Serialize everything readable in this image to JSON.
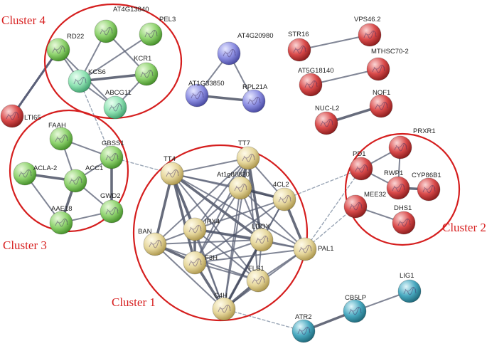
{
  "colors": {
    "cluster_ring": "#d51e1e",
    "edge": "#3c4257",
    "edge_dashed": "#9aa6b6",
    "edge_dotted": "#5a5f78",
    "green": "#8fd36f",
    "mint": "#8fe2b3",
    "blue": "#8c8ee2",
    "red": "#d94a4a",
    "tan": "#e6d79c",
    "teal": "#49a9c0"
  },
  "clusters": [
    {
      "id": "c1",
      "label": "Cluster 1"
    },
    {
      "id": "c2",
      "label": "Cluster 2"
    },
    {
      "id": "c3",
      "label": "Cluster 3"
    },
    {
      "id": "c4",
      "label": "Cluster 4"
    }
  ],
  "nodes": [
    {
      "id": "AT4G13840",
      "label": "AT4G13840",
      "color": "green"
    },
    {
      "id": "PEL3",
      "label": "PEL3",
      "color": "green"
    },
    {
      "id": "RD22",
      "label": "RD22",
      "color": "green"
    },
    {
      "id": "KCS6",
      "label": "KCS6",
      "color": "mint"
    },
    {
      "id": "KCR1",
      "label": "KCR1",
      "color": "green"
    },
    {
      "id": "ABCG11",
      "label": "ABCG11",
      "color": "mint"
    },
    {
      "id": "LTI65",
      "label": "LTI65",
      "color": "red"
    },
    {
      "id": "AT4G20980",
      "label": "AT4G20980",
      "color": "blue"
    },
    {
      "id": "AT1G33850",
      "label": "AT1G33850",
      "color": "blue"
    },
    {
      "id": "RPL21A",
      "label": "RPL21A",
      "color": "blue"
    },
    {
      "id": "STR16",
      "label": "STR16",
      "color": "red"
    },
    {
      "id": "VPS46.2",
      "label": "VPS46.2",
      "color": "red"
    },
    {
      "id": "AT5G18140",
      "label": "AT5G18140",
      "color": "red"
    },
    {
      "id": "MTHSC70-2",
      "label": "MTHSC70-2",
      "color": "red"
    },
    {
      "id": "NOF1",
      "label": "NOF1",
      "color": "red"
    },
    {
      "id": "NUC-L2",
      "label": "NUC-L2",
      "color": "red"
    },
    {
      "id": "FAAH",
      "label": "FAAH",
      "color": "green"
    },
    {
      "id": "GBSS1",
      "label": "GBSS1",
      "color": "green"
    },
    {
      "id": "ACLA-2",
      "label": "ACLA-2",
      "color": "green"
    },
    {
      "id": "ACC1",
      "label": "ACC1",
      "color": "green"
    },
    {
      "id": "AAE18",
      "label": "AAE18",
      "color": "green"
    },
    {
      "id": "GWD2",
      "label": "GWD2",
      "color": "green"
    },
    {
      "id": "TT4",
      "label": "TT4",
      "color": "tan"
    },
    {
      "id": "TT7",
      "label": "TT7",
      "color": "tan"
    },
    {
      "id": "At1g80820",
      "label": "At1g80820",
      "color": "tan"
    },
    {
      "id": "4CL2",
      "label": "4CL2",
      "color": "tan"
    },
    {
      "id": "IRX4",
      "label": "IRX4",
      "color": "tan"
    },
    {
      "id": "BAN",
      "label": "BAN",
      "color": "tan"
    },
    {
      "id": "LDOX",
      "label": "LDOX",
      "color": "tan"
    },
    {
      "id": "PAL1",
      "label": "PAL1",
      "color": "tan"
    },
    {
      "id": "F3H",
      "label": "F3H",
      "color": "tan"
    },
    {
      "id": "FLS1",
      "label": "FLS1",
      "color": "tan"
    },
    {
      "id": "C4H",
      "label": "C4H",
      "color": "tan"
    },
    {
      "id": "PD1",
      "label": "PD1",
      "color": "red"
    },
    {
      "id": "PRXR1",
      "label": "PRXR1",
      "color": "red"
    },
    {
      "id": "RWP1",
      "label": "RWP1",
      "color": "red"
    },
    {
      "id": "CYP86B1",
      "label": "CYP86B1",
      "color": "red"
    },
    {
      "id": "MEE32",
      "label": "MEE32",
      "color": "red"
    },
    {
      "id": "DHS1",
      "label": "DHS1",
      "color": "red"
    },
    {
      "id": "LIG1",
      "label": "LIG1",
      "color": "teal"
    },
    {
      "id": "CB5LP",
      "label": "CB5LP",
      "color": "teal"
    },
    {
      "id": "ATR2",
      "label": "ATR2",
      "color": "teal"
    }
  ],
  "edges": [
    {
      "a": "RD22",
      "b": "KCS6",
      "style": "solid"
    },
    {
      "a": "RD22",
      "b": "ABCG11",
      "style": "solid"
    },
    {
      "a": "AT4G13840",
      "b": "KCS6",
      "style": "solid"
    },
    {
      "a": "AT4G13840",
      "b": "KCR1",
      "style": "solid"
    },
    {
      "a": "PEL3",
      "b": "KCS6",
      "style": "solid"
    },
    {
      "a": "KCS6",
      "b": "KCR1",
      "style": "solid"
    },
    {
      "a": "KCS6",
      "b": "ABCG11",
      "style": "solid"
    },
    {
      "a": "KCR1",
      "b": "ABCG11",
      "style": "solid"
    },
    {
      "a": "RD22",
      "b": "LTI65",
      "style": "dotted"
    },
    {
      "a": "KCS6",
      "b": "GBSS1",
      "style": "dashed"
    },
    {
      "a": "AT4G20980",
      "b": "AT1G33850",
      "style": "solid"
    },
    {
      "a": "AT4G20980",
      "b": "RPL21A",
      "style": "solid"
    },
    {
      "a": "AT1G33850",
      "b": "RPL21A",
      "style": "solid"
    },
    {
      "a": "STR16",
      "b": "VPS46.2",
      "style": "solid"
    },
    {
      "a": "AT5G18140",
      "b": "MTHSC70-2",
      "style": "solid"
    },
    {
      "a": "NUC-L2",
      "b": "NOF1",
      "style": "solid"
    },
    {
      "a": "FAAH",
      "b": "ACC1",
      "style": "solid"
    },
    {
      "a": "FAAH",
      "b": "GBSS1",
      "style": "solid"
    },
    {
      "a": "ACLA-2",
      "b": "ACC1",
      "style": "solid"
    },
    {
      "a": "ACLA-2",
      "b": "AAE18",
      "style": "solid"
    },
    {
      "a": "ACC1",
      "b": "AAE18",
      "style": "solid"
    },
    {
      "a": "ACC1",
      "b": "GBSS1",
      "style": "solid"
    },
    {
      "a": "ACC1",
      "b": "GWD2",
      "style": "solid"
    },
    {
      "a": "GBSS1",
      "b": "GWD2",
      "style": "solid"
    },
    {
      "a": "AAE18",
      "b": "GWD2",
      "style": "solid"
    },
    {
      "a": "GBSS1",
      "b": "TT4",
      "style": "dashed"
    },
    {
      "a": "TT4",
      "b": "TT7",
      "style": "solid"
    },
    {
      "a": "TT4",
      "b": "At1g80820",
      "style": "solid"
    },
    {
      "a": "TT4",
      "b": "IRX4",
      "style": "solid"
    },
    {
      "a": "TT4",
      "b": "BAN",
      "style": "solid"
    },
    {
      "a": "TT4",
      "b": "LDOX",
      "style": "solid"
    },
    {
      "a": "TT4",
      "b": "F3H",
      "style": "solid"
    },
    {
      "a": "TT4",
      "b": "FLS1",
      "style": "solid"
    },
    {
      "a": "TT4",
      "b": "C4H",
      "style": "solid"
    },
    {
      "a": "TT4",
      "b": "4CL2",
      "style": "solid"
    },
    {
      "a": "TT4",
      "b": "PAL1",
      "style": "solid"
    },
    {
      "a": "TT7",
      "b": "At1g80820",
      "style": "solid"
    },
    {
      "a": "TT7",
      "b": "4CL2",
      "style": "solid"
    },
    {
      "a": "TT7",
      "b": "LDOX",
      "style": "solid"
    },
    {
      "a": "TT7",
      "b": "IRX4",
      "style": "solid"
    },
    {
      "a": "TT7",
      "b": "F3H",
      "style": "solid"
    },
    {
      "a": "TT7",
      "b": "FLS1",
      "style": "solid"
    },
    {
      "a": "TT7",
      "b": "C4H",
      "style": "solid"
    },
    {
      "a": "TT7",
      "b": "BAN",
      "style": "solid"
    },
    {
      "a": "At1g80820",
      "b": "4CL2",
      "style": "solid"
    },
    {
      "a": "At1g80820",
      "b": "IRX4",
      "style": "solid"
    },
    {
      "a": "At1g80820",
      "b": "LDOX",
      "style": "solid"
    },
    {
      "a": "At1g80820",
      "b": "PAL1",
      "style": "solid"
    },
    {
      "a": "At1g80820",
      "b": "C4H",
      "style": "solid"
    },
    {
      "a": "At1g80820",
      "b": "F3H",
      "style": "solid"
    },
    {
      "a": "4CL2",
      "b": "LDOX",
      "style": "solid"
    },
    {
      "a": "4CL2",
      "b": "PAL1",
      "style": "solid"
    },
    {
      "a": "4CL2",
      "b": "C4H",
      "style": "solid"
    },
    {
      "a": "4CL2",
      "b": "IRX4",
      "style": "solid"
    },
    {
      "a": "4CL2",
      "b": "F3H",
      "style": "solid"
    },
    {
      "a": "IRX4",
      "b": "BAN",
      "style": "solid"
    },
    {
      "a": "IRX4",
      "b": "LDOX",
      "style": "solid"
    },
    {
      "a": "IRX4",
      "b": "F3H",
      "style": "solid"
    },
    {
      "a": "IRX4",
      "b": "C4H",
      "style": "solid"
    },
    {
      "a": "IRX4",
      "b": "PAL1",
      "style": "solid"
    },
    {
      "a": "IRX4",
      "b": "FLS1",
      "style": "solid"
    },
    {
      "a": "BAN",
      "b": "LDOX",
      "style": "solid"
    },
    {
      "a": "BAN",
      "b": "F3H",
      "style": "solid"
    },
    {
      "a": "BAN",
      "b": "FLS1",
      "style": "solid"
    },
    {
      "a": "BAN",
      "b": "C4H",
      "style": "solid"
    },
    {
      "a": "LDOX",
      "b": "F3H",
      "style": "solid"
    },
    {
      "a": "LDOX",
      "b": "FLS1",
      "style": "solid"
    },
    {
      "a": "LDOX",
      "b": "C4H",
      "style": "solid"
    },
    {
      "a": "LDOX",
      "b": "PAL1",
      "style": "solid"
    },
    {
      "a": "PAL1",
      "b": "C4H",
      "style": "solid"
    },
    {
      "a": "PAL1",
      "b": "FLS1",
      "style": "solid"
    },
    {
      "a": "PAL1",
      "b": "F3H",
      "style": "solid"
    },
    {
      "a": "F3H",
      "b": "FLS1",
      "style": "solid"
    },
    {
      "a": "F3H",
      "b": "C4H",
      "style": "solid"
    },
    {
      "a": "FLS1",
      "b": "C4H",
      "style": "solid"
    },
    {
      "a": "PD1",
      "b": "RWP1",
      "style": "solid"
    },
    {
      "a": "PD1",
      "b": "PRXR1",
      "style": "solid"
    },
    {
      "a": "RWP1",
      "b": "CYP86B1",
      "style": "solid"
    },
    {
      "a": "RWP1",
      "b": "PRXR1",
      "style": "solid"
    },
    {
      "a": "MEE32",
      "b": "DHS1",
      "style": "solid"
    },
    {
      "a": "PAL1",
      "b": "PD1",
      "style": "dashed"
    },
    {
      "a": "PAL1",
      "b": "MEE32",
      "style": "dashed"
    },
    {
      "a": "4CL2",
      "b": "PD1",
      "style": "dashed"
    },
    {
      "a": "LIG1",
      "b": "CB5LP",
      "style": "solid"
    },
    {
      "a": "CB5LP",
      "b": "ATR2",
      "style": "solid"
    },
    {
      "a": "C4H",
      "b": "ATR2",
      "style": "dashed"
    }
  ]
}
